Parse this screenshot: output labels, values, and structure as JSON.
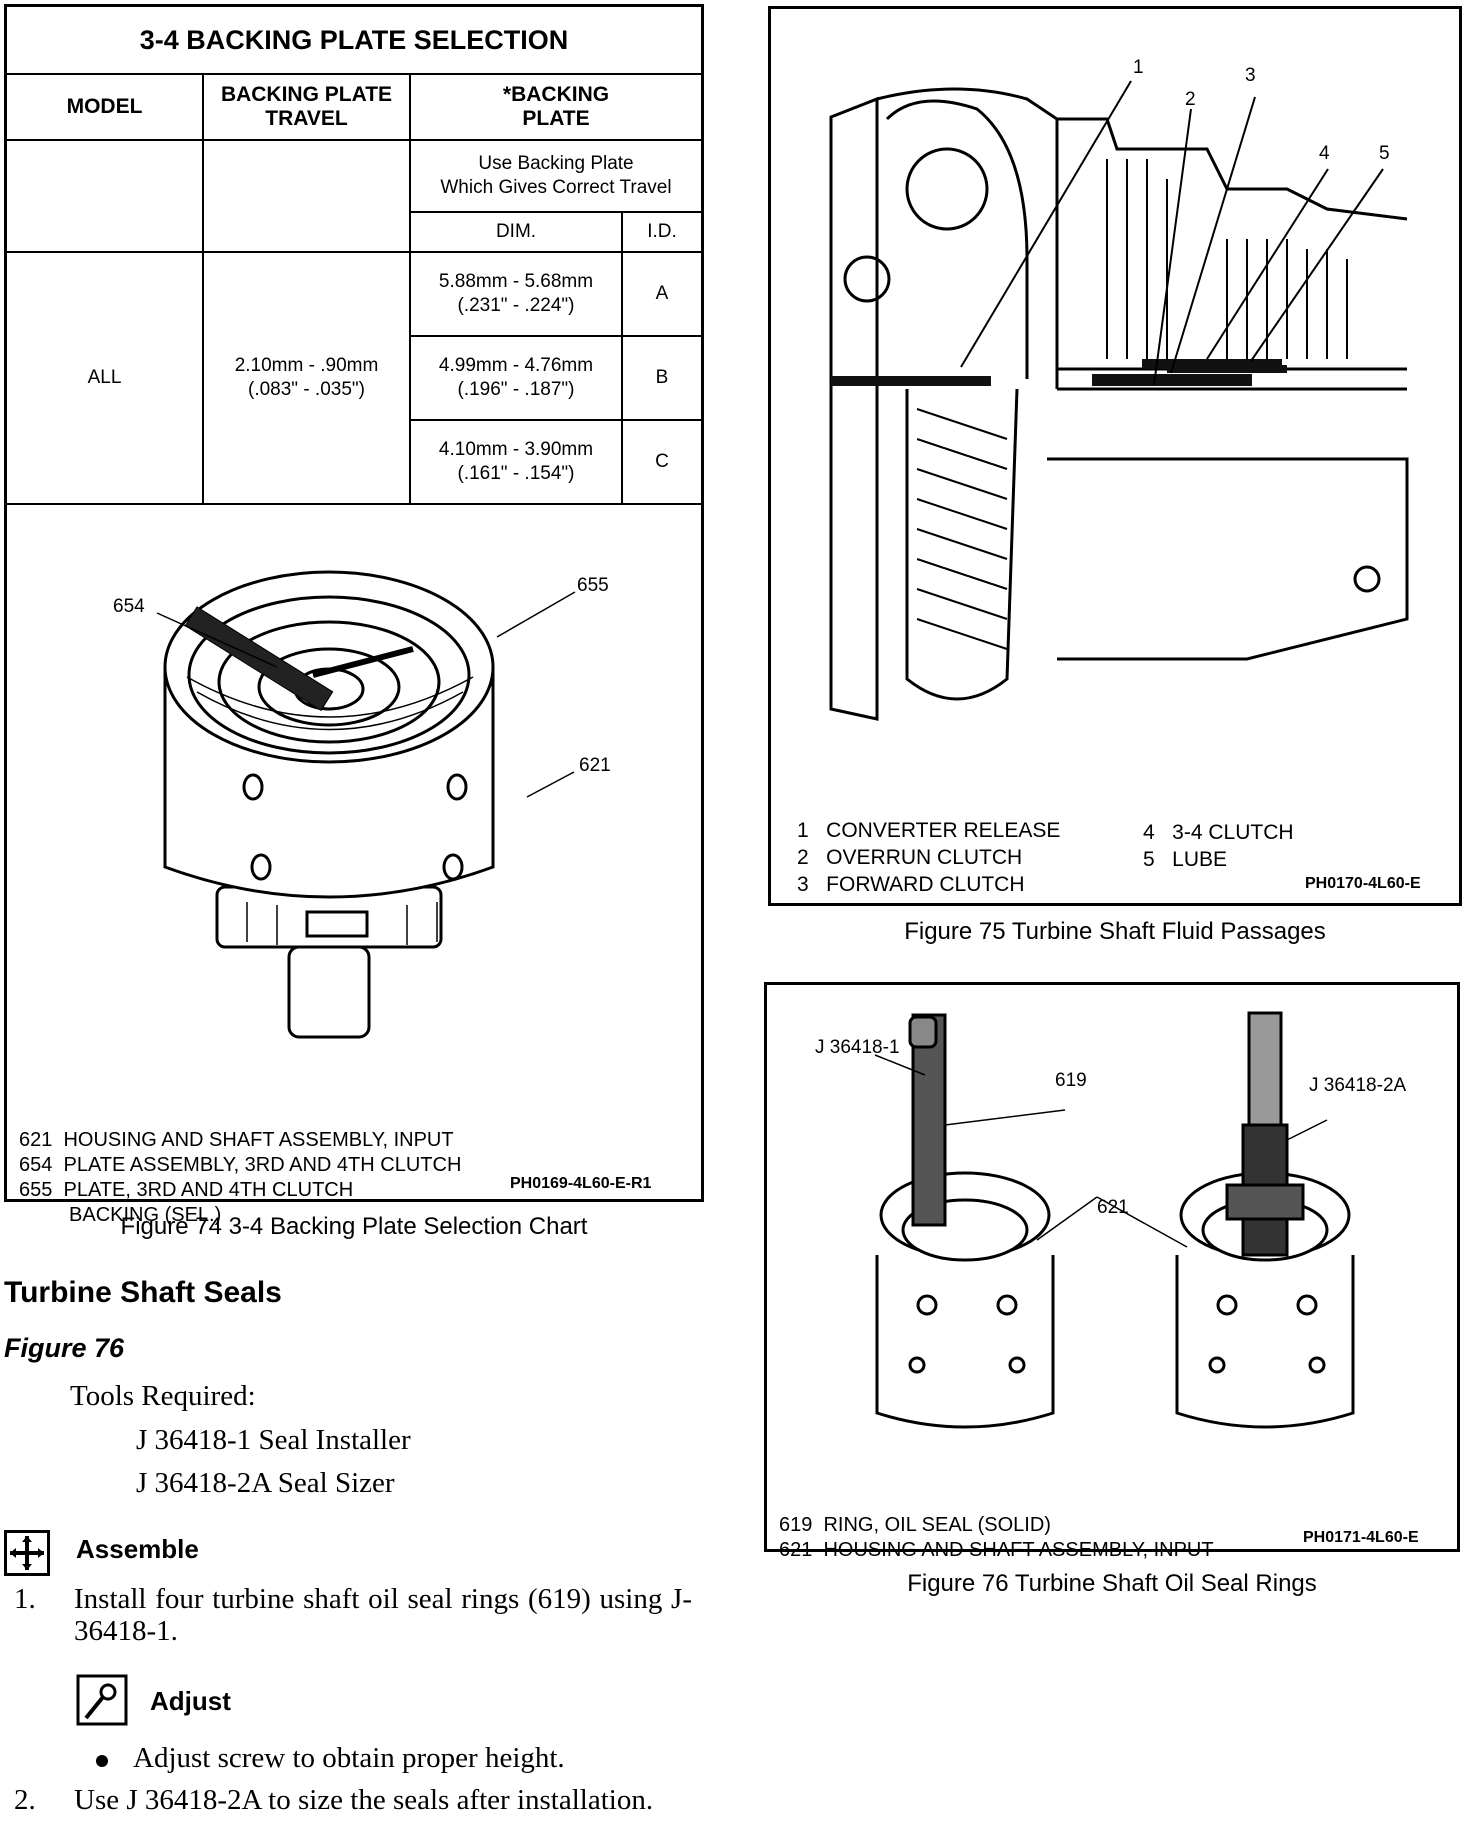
{
  "fig74": {
    "table": {
      "title": "3-4 BACKING PLATE SELECTION",
      "headers": {
        "model": "MODEL",
        "travel_1": "BACKING PLATE",
        "travel_2": "TRAVEL",
        "plate_1": "*BACKING",
        "plate_2": "PLATE"
      },
      "note_1": "Use Backing Plate",
      "note_2": "Which Gives Correct Travel",
      "dim_header": "DIM.",
      "id_header": "I.D.",
      "model_value": "ALL",
      "travel_mm": "2.10mm - .90mm",
      "travel_in": "(.083\" - .035\")",
      "rows": [
        {
          "mm": "5.88mm - 5.68mm",
          "in": "(.231\" - .224\")",
          "id": "A"
        },
        {
          "mm": "4.99mm - 4.76mm",
          "in": "(.196\" - .187\")",
          "id": "B"
        },
        {
          "mm": "4.10mm - 3.90mm",
          "in": "(.161\" - .154\")",
          "id": "C"
        }
      ]
    },
    "callouts": {
      "c654": "654",
      "c655": "655",
      "c621": "621"
    },
    "legend": [
      "621  HOUSING AND SHAFT ASSEMBLY, INPUT",
      "654  PLATE ASSEMBLY, 3RD AND 4TH CLUTCH",
      "655  PLATE, 3RD AND 4TH CLUTCH",
      "         BACKING (SEL.)"
    ],
    "code": "PH0169-4L60-E-R1",
    "caption": "Figure 74 3-4 Backing Plate Selection Chart"
  },
  "fig75": {
    "callouts": [
      "1",
      "2",
      "3",
      "4",
      "5"
    ],
    "legend_left": [
      "1   CONVERTER RELEASE",
      "2   OVERRUN CLUTCH",
      "3   FORWARD CLUTCH"
    ],
    "legend_right": [
      "4   3-4 CLUTCH",
      "5   LUBE"
    ],
    "code": "PH0170-4L60-E",
    "caption": "Figure 75 Turbine Shaft Fluid Passages"
  },
  "fig76": {
    "callouts": {
      "tool1": "J 36418-1",
      "ring": "619",
      "housing": "621",
      "tool2": "J 36418-2A"
    },
    "legend": [
      "619  RING, OIL SEAL (SOLID)",
      "621  HOUSING AND SHAFT ASSEMBLY, INPUT"
    ],
    "code": "PH0171-4L60-E",
    "caption": "Figure 76 Turbine Shaft Oil Seal Rings"
  },
  "body": {
    "section_title": "Turbine Shaft Seals",
    "figure_ref": "Figure 76",
    "tools_label": "Tools Required:",
    "tools": [
      "J 36418-1 Seal Installer",
      "J 36418-2A Seal Sizer"
    ],
    "assemble_heading": "Assemble",
    "step1_num": "1.",
    "step1_text": "Install four turbine shaft oil seal rings (619) using J-36418-1.",
    "adjust_heading": "Adjust",
    "bullet": "Adjust screw to obtain proper height.",
    "step2_num": "2.",
    "step2_text": "Use J 36418-2A to size the seals after installation."
  }
}
